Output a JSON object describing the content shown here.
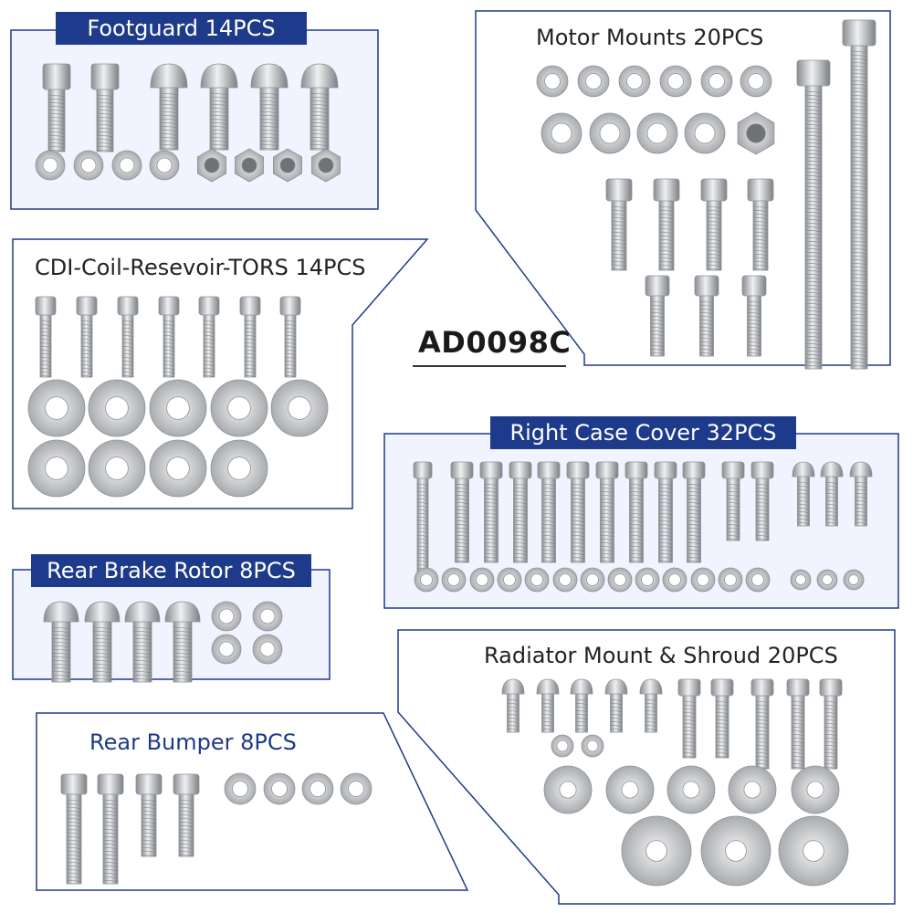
{
  "kit_code": "AD0098C",
  "colors": {
    "accent": "#1e3a8a",
    "panel_fill": "#f1f4ff",
    "panel_border": "#1e3a8a",
    "metal": "#c7c9cb",
    "metal_dark": "#8f9296"
  },
  "groups": {
    "footguard": {
      "label": "Footguard 14PCS"
    },
    "motor_mounts": {
      "label": "Motor Mounts 20PCS"
    },
    "cdi_coil": {
      "label": "CDI-Coil-Resevoir-TORS 14PCS"
    },
    "right_case_cover": {
      "label": "Right Case Cover 32PCS"
    },
    "rear_brake_rotor": {
      "label": "Rear Brake Rotor 8PCS"
    },
    "radiator_mount": {
      "label": "Radiator Mount & Shroud 20PCS"
    },
    "rear_bumper": {
      "label": "Rear Bumper 8PCS"
    }
  }
}
